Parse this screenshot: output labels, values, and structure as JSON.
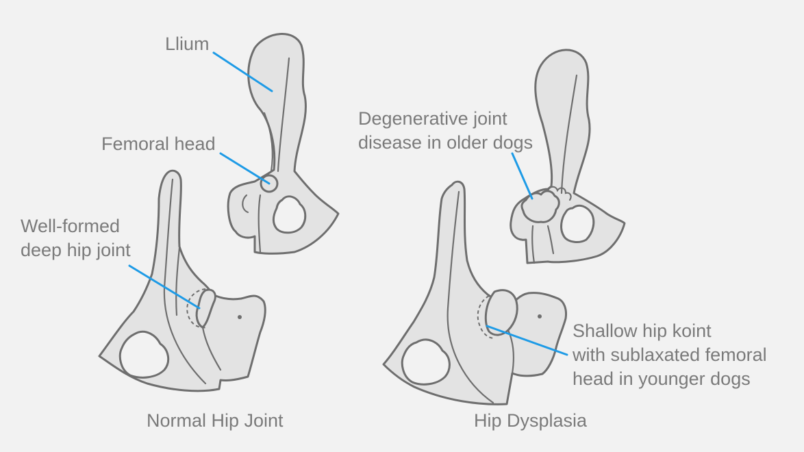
{
  "labels": {
    "ilium": "Llium",
    "femoral_head": "Femoral head",
    "well_formed_1": "Well-formed",
    "well_formed_2": "deep hip joint",
    "degenerative_1": "Degenerative joint",
    "degenerative_2": "disease in older dogs",
    "shallow_1": "Shallow hip koint",
    "shallow_2": "with sublaxated femoral",
    "shallow_3": "head in younger dogs"
  },
  "captions": {
    "normal": "Normal Hip Joint",
    "dysplasia": "Hip Dysplasia"
  },
  "colors": {
    "background": "#f2f2f2",
    "bone_fill": "#e3e3e3",
    "outline": "#6e6e6e",
    "leader_line": "#1e9be6",
    "label_text": "#7a7a7a"
  }
}
